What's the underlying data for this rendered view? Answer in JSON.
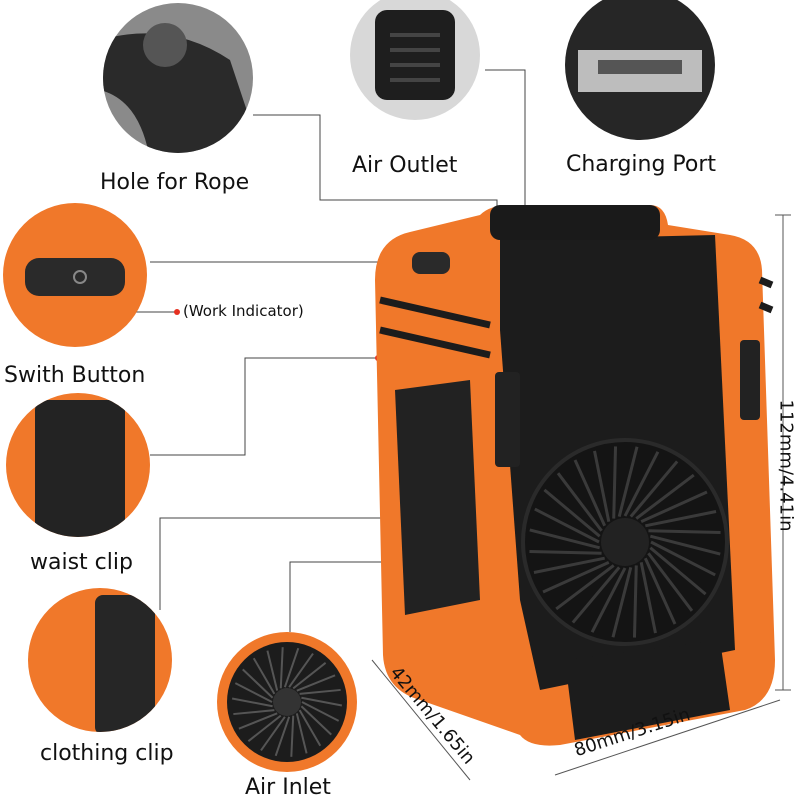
{
  "labels": {
    "hole_for_rope": "Hole for Rope",
    "air_outlet": "Air Outlet",
    "charging_port": "Charging Port",
    "work_indicator": "(Work Indicator)",
    "switch_button": "Swith Button",
    "waist_clip": "waist clip",
    "clothing_clip": "clothing clip",
    "air_inlet": "Air Inlet"
  },
  "dimensions": {
    "height": "112mm/4.41in",
    "width": "80mm/3.15in",
    "depth": "42mm/1.65in"
  },
  "colors": {
    "body_orange": "#f0782a",
    "panel_black": "#1c1c1c",
    "indicator_red": "#e53020"
  }
}
